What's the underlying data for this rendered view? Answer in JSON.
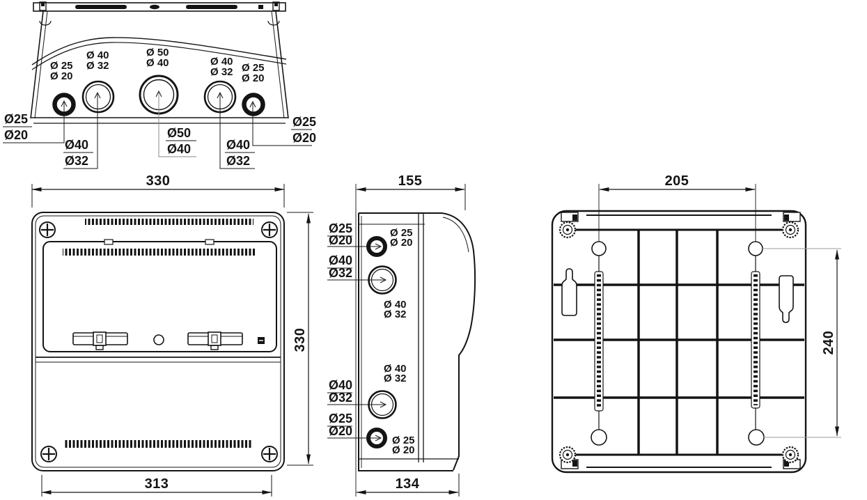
{
  "drawing": {
    "kind": "technical-drawing",
    "subject": "enclosure box - top, front, side and rear views",
    "line_color": "#141414",
    "background_color": "#ffffff",
    "diameter_symbol": "Ø"
  },
  "dimensions": {
    "front_width_top": "330",
    "front_height_right": "330",
    "front_width_bottom": "313",
    "side_width_top": "155",
    "side_width_bottom": "134",
    "back_hole_spacing_horizontal": "205",
    "back_hole_spacing_vertical": "240"
  },
  "top_view": {
    "hole_labels": [
      {
        "l1": "Ø 25",
        "l2": "Ø 20"
      },
      {
        "l1": "Ø 40",
        "l2": "Ø 32"
      },
      {
        "l1": "Ø 50",
        "l2": "Ø 40"
      },
      {
        "l1": "Ø 40",
        "l2": "Ø 32"
      },
      {
        "l1": "Ø 25",
        "l2": "Ø 20"
      }
    ],
    "leader_labels": [
      {
        "l1": "Ø25",
        "l2": "Ø20"
      },
      {
        "l1": "Ø40",
        "l2": "Ø32"
      },
      {
        "l1": "Ø50",
        "l2": "Ø40"
      },
      {
        "l1": "Ø40",
        "l2": "Ø32"
      },
      {
        "l1": "Ø25",
        "l2": "Ø20"
      }
    ]
  },
  "side_view": {
    "leader_labels": [
      {
        "l1": "Ø25",
        "l2": "Ø20"
      },
      {
        "l1": "Ø40",
        "l2": "Ø32"
      },
      {
        "l1": "Ø40",
        "l2": "Ø32"
      },
      {
        "l1": "Ø25",
        "l2": "Ø20"
      }
    ],
    "hole_labels": [
      {
        "l1": "Ø 25",
        "l2": "Ø 20"
      },
      {
        "l1": "Ø 40",
        "l2": "Ø 32"
      },
      {
        "l1": "Ø 40",
        "l2": "Ø 32"
      },
      {
        "l1": "Ø 25",
        "l2": "Ø 20"
      }
    ]
  }
}
